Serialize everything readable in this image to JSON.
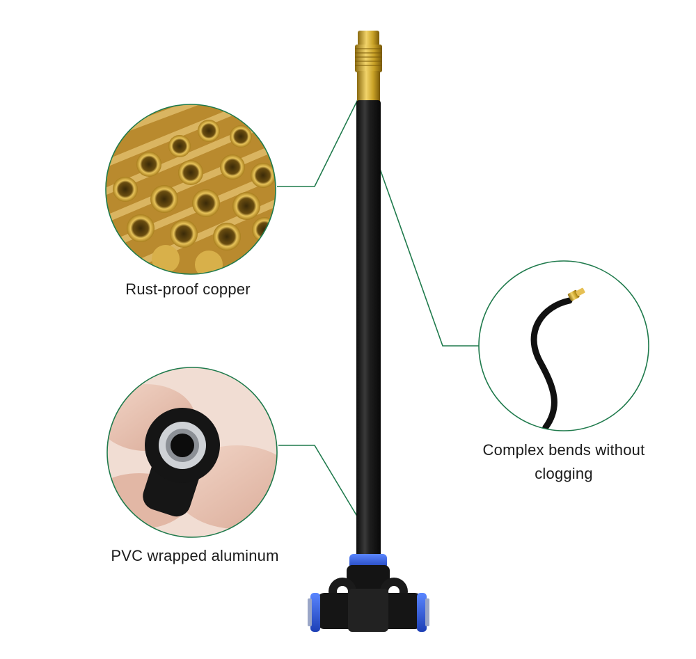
{
  "callouts": {
    "copper": {
      "label": "Rust-proof copper"
    },
    "bends": {
      "label_line1": "Complex bends without",
      "label_line2": "clogging"
    },
    "pvc": {
      "label": "PVC wrapped aluminum"
    }
  },
  "colors": {
    "callout_line": "#1f7a4c",
    "tube": "#1a1a1a",
    "brass": "#c9a227",
    "fitting_blue": "#2d5be3",
    "text": "#1b1b1b"
  }
}
